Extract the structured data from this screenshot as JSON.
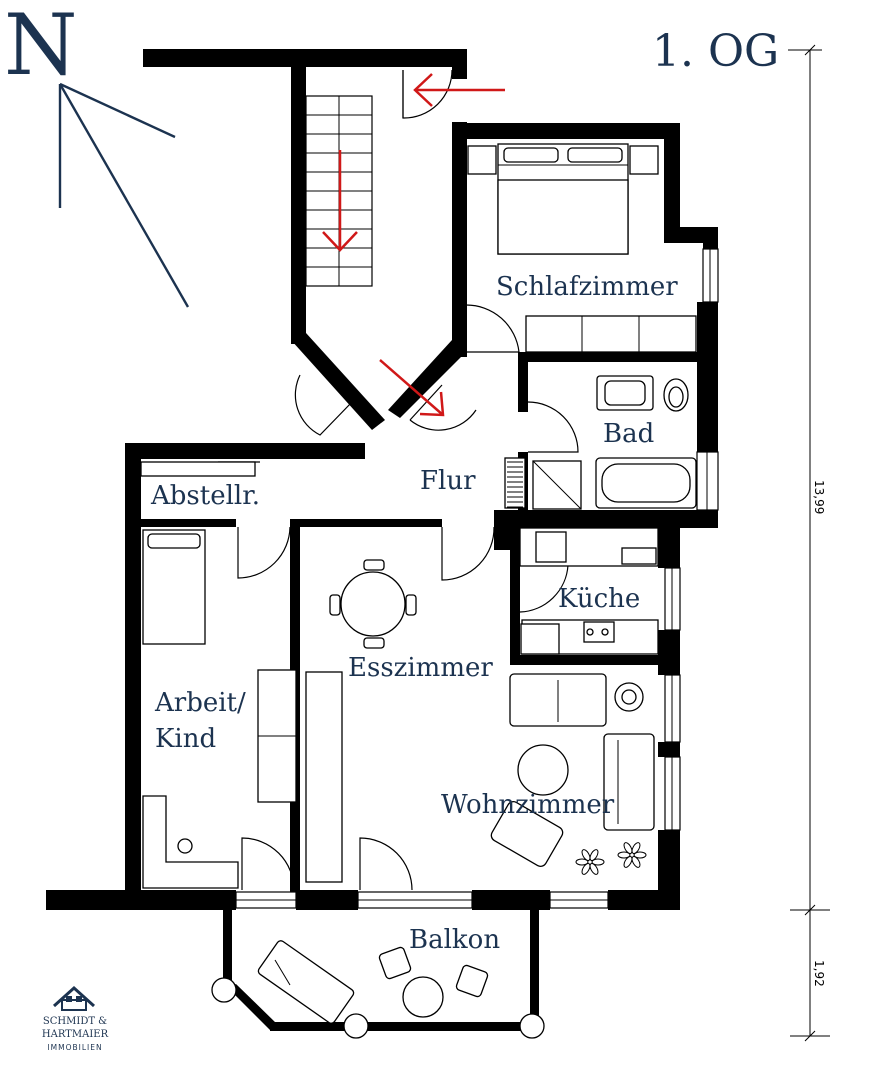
{
  "floor": "1. OG",
  "north": "N",
  "rooms": {
    "schlafzimmer": "Schlafzimmer",
    "bad": "Bad",
    "flur": "Flur",
    "abstellr": "Abstellr.",
    "kueche": "Küche",
    "esszimmer": "Esszimmer",
    "arbeit_line1": "Arbeit/",
    "arbeit_line2": "Kind",
    "wohnzimmer": "Wohnzimmer",
    "balkon": "Balkon"
  },
  "dimensions": {
    "main": "13,99",
    "balcony": "1,92"
  },
  "logo": {
    "line1": "SCHMIDT &",
    "line2": "HARTMAIER",
    "line3": "IMMOBILIEN"
  },
  "colors": {
    "text": "#1c3350",
    "walls": "#000000",
    "arrows": "#d01818"
  }
}
